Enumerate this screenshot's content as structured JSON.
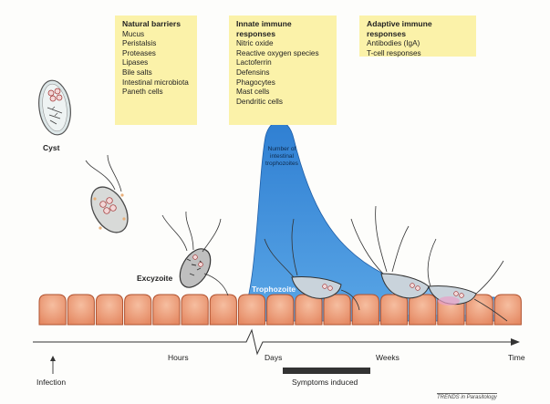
{
  "natural_barriers": {
    "title": "Natural barriers",
    "items": [
      "Mucus",
      "Peristalsis",
      "Proteases",
      "Lipases",
      "Bile salts",
      "Intestinal microbiota",
      "Paneth cells"
    ]
  },
  "innate_responses": {
    "title": "Innate immune responses",
    "items": [
      "Nitric oxide",
      "Reactive oxygen species",
      "Lactoferrin",
      "Defensins",
      "Phagocytes",
      "Mast cells",
      "Dendritic cells"
    ]
  },
  "adaptive_responses": {
    "title": "Adaptive immune responses",
    "items": [
      "Antibodies (IgA)",
      "T-cell responses"
    ]
  },
  "stage_labels": {
    "cyst": "Cyst",
    "excyzoite": "Excyzoite",
    "trophozoite": "Trophozoite",
    "curve_label_lines": [
      "Number of",
      "intestinal",
      "trophozoites"
    ]
  },
  "timeline": {
    "infection": "Infection",
    "hours": "Hours",
    "days": "Days",
    "weeks": "Weeks",
    "time": "Time",
    "symptoms": "Symptoms induced"
  },
  "source": "TRENDS in Parasitology",
  "colors": {
    "box_fill": "#fbf2a9",
    "curve_fill": "#3e8fd9",
    "cell_fill": "#f0a27e",
    "cell_stroke": "#b0522f",
    "symptom_bar": "#333333"
  }
}
